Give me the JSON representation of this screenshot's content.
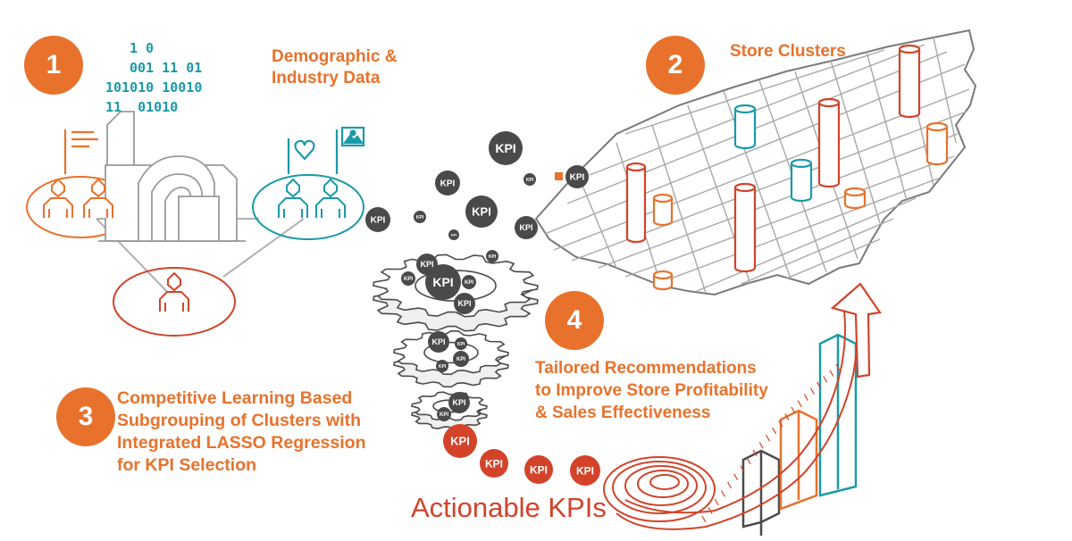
{
  "steps": {
    "one": {
      "number": "1",
      "title_line1": "Demographic &",
      "title_line2": "Industry Data"
    },
    "two": {
      "number": "2",
      "title": "Store Clusters"
    },
    "three": {
      "number": "3",
      "line1": "Competitive Learning Based",
      "line2": "Subgrouping of Clusters with",
      "line3": "Integrated LASSO Regression",
      "line4": "for KPI Selection"
    },
    "four": {
      "number": "4",
      "line1": "Tailored Recommendations",
      "line2": "to Improve Store Profitability",
      "line3": "& Sales Effectiveness"
    }
  },
  "binary": {
    "line1": "1 0",
    "line2": "001 11 01",
    "line3": "101010 10010",
    "line4": "11  01010"
  },
  "kpi_text": "KPI",
  "actionable_label": "Actionable KPIs",
  "colors": {
    "orange": "#e8722c",
    "red": "#d2432a",
    "teal": "#1a9aa8",
    "dark": "#4a4a4a",
    "gray": "#9a9a9a"
  },
  "icons": [
    "person-group-icon",
    "factory-icon",
    "heart-sign-icon",
    "photo-sign-icon",
    "document-sign-icon",
    "gear-icon",
    "bar-chart-icon",
    "tape-measure-icon",
    "arrow-up-icon",
    "us-map-grid"
  ]
}
